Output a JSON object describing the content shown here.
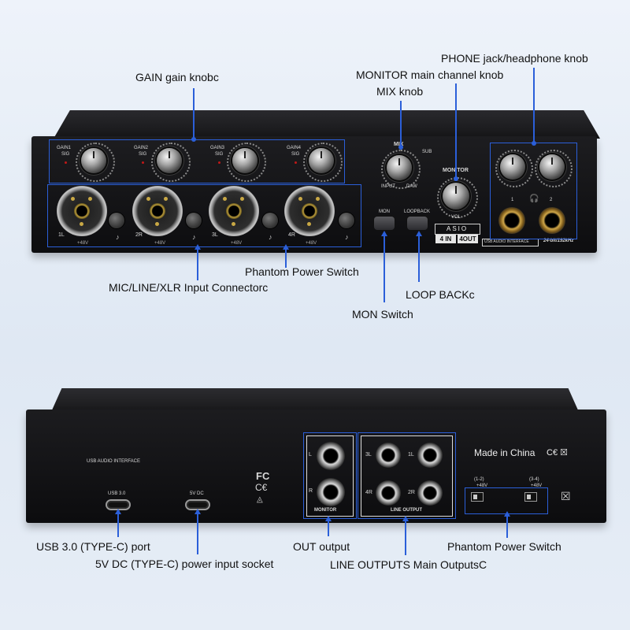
{
  "callouts": {
    "gain": "GAIN gain knobc",
    "phone": "PHONE jack/headphone knob",
    "monitor": "MONITOR main channel knob",
    "mix": "MIX knob",
    "phantom_front": "Phantom Power Switch",
    "mic_input": "MIC/LINE/XLR Input Connectorc",
    "loopback": "LOOP BACKc",
    "mon_switch": "MON Switch",
    "usb30": "USB 3.0 (TYPE-C) port",
    "out_output": "OUT output",
    "phantom_back": "Phantom Power Switch",
    "dc5v": "5V DC (TYPE-C) power input socket",
    "line_outputs": "LINE OUTPUTS Main OutputsC"
  },
  "front": {
    "gain_labels": [
      "GAIN1",
      "GAIN2",
      "GAIN3",
      "GAIN4"
    ],
    "sig_label": "SIG",
    "input_labels": [
      "1L",
      "2R",
      "3L",
      "4R"
    ],
    "phantom_label": "+48V",
    "mix_label": "MIX",
    "sub_label": "SUB",
    "input_label": "INPUT",
    "daw_label": "DAW",
    "monitor_label": "MONITOR",
    "vol_label": "VOL",
    "mon_btn_label": "MON",
    "loopback_btn_label": "LOOPBACK",
    "asio_label": "ASIO",
    "in_chip": "4 IN",
    "out_chip": "4OUT",
    "usb_audio": "USB AUDIO INTERFACE",
    "spec": "24-bit/192kHz",
    "phone_1": "1",
    "phone_2": "2"
  },
  "back": {
    "usb_audio": "USB AUDIO INTERFACE",
    "usb_port_label": "USB 3.0",
    "dc_port_label": "5V DC",
    "monitor_label": "MONITOR",
    "monitor_l": "L",
    "monitor_r": "R",
    "line_output_label": "LINE OUTPUT",
    "out_labels": [
      "3L",
      "1L",
      "4R",
      "2R"
    ],
    "made_in": "Made in China",
    "cert_marks": "C€ ☒",
    "switch_12": "(1-2)",
    "switch_34": "(3-4)",
    "switch_v": "+48V",
    "fc": "FC"
  },
  "colors": {
    "accent": "#2b5fd9",
    "body": "#111113",
    "background": "#e4ecf5"
  }
}
